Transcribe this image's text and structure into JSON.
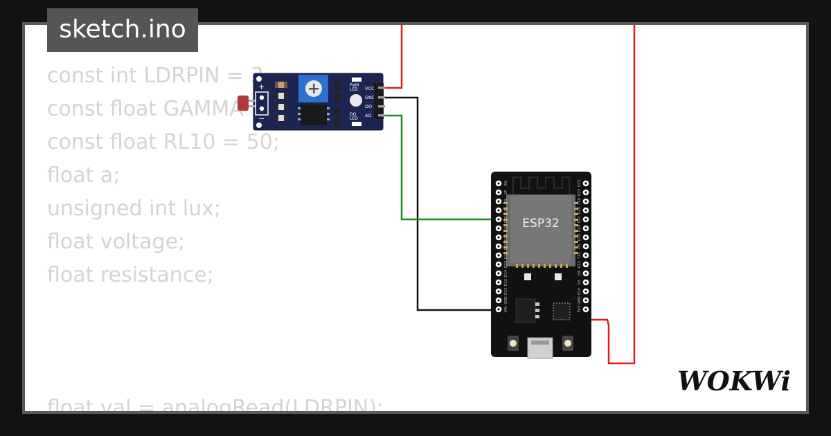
{
  "tab": {
    "filename": "sketch.ino"
  },
  "code": {
    "lines": [
      "const int LDRPIN = 3",
      "const float GAMMA",
      "const float RL10 = 50;",
      "float a;",
      "unsigned int lux;",
      "float voltage;",
      "float resistance;",
      "",
      "",
      "",
      "float val = analogRead(LDRPIN);"
    ]
  },
  "ldr_module": {
    "pins": [
      "VCC",
      "GND",
      "DO",
      "AO"
    ],
    "labels": {
      "power_led": "PWR\nLED",
      "do_led": "DO\nLED",
      "plus": "+",
      "minus": "−"
    }
  },
  "esp32": {
    "chip_label": "ESP32",
    "left_pins": [
      "EN",
      "VP",
      "VN",
      "D34",
      "D35",
      "D32",
      "D33",
      "D25",
      "D26",
      "D27",
      "D14",
      "D12",
      "D13",
      "GND",
      "VIN"
    ],
    "right_pins": [
      "D23",
      "D22",
      "TX0",
      "RX0",
      "D21",
      "D19",
      "D18",
      "D5",
      "TX2",
      "RX2",
      "D4",
      "D2",
      "D15",
      "GND",
      "3V3"
    ]
  },
  "wires": {
    "vcc_color": "#e21a1a",
    "gnd_color": "#111111",
    "signal_color": "#1a8a1a"
  },
  "logo": {
    "text": "WOKWi"
  }
}
